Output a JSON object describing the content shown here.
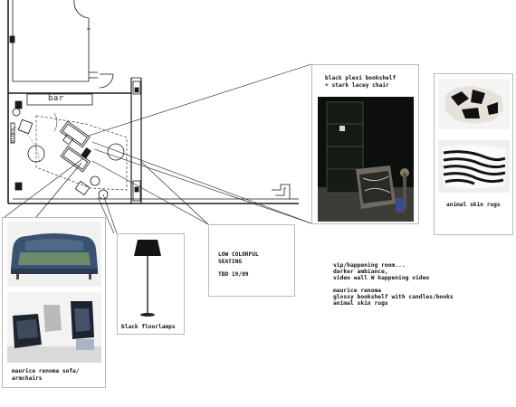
{
  "plan": {
    "bar_label": "bar",
    "video_label": "VIDEO"
  },
  "cards": {
    "bookshelf": {
      "caption_1": "black plexi bookshelf",
      "caption_2": "+ stark lacey chair"
    },
    "rugs": {
      "caption": "animal skin rugs"
    },
    "seating": {
      "line_1": "LOW COLORFUL",
      "line_2": "SEATING",
      "line_3": "TBD 19/09"
    },
    "floorlamps": {
      "caption": "black floorlamps"
    },
    "sofa": {
      "caption_1": "maurice renoma sofa/",
      "caption_2": "armchairs"
    }
  },
  "notes": {
    "line_1": "vip/happening room...",
    "line_2": "darker ambiance,",
    "line_3": "video wall W happening video",
    "line_4": "maurice renoma",
    "line_5": "glossy bookshelf with candles/books",
    "line_6": "animal skin rugs"
  },
  "colors": {
    "line": "#1a1a1a",
    "card_border": "#b9b9b9",
    "plexi_bg": "#0d0f0c",
    "sofa_blue": "#3a5270"
  }
}
